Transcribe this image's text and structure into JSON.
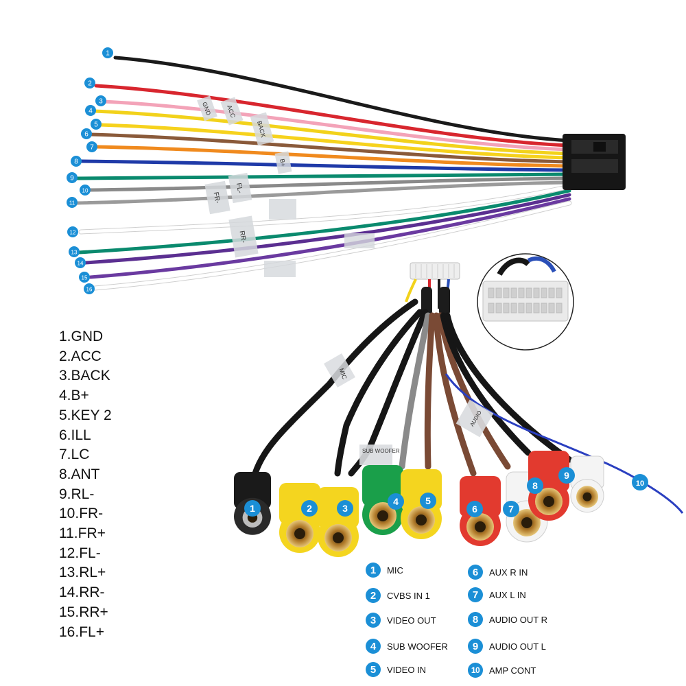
{
  "wire_numbers": [
    "1",
    "2",
    "3",
    "4",
    "5",
    "6",
    "7",
    "8",
    "9",
    "10",
    "11",
    "12",
    "13",
    "14",
    "15",
    "16"
  ],
  "wire_tags": [
    "GND",
    "ACC",
    "BACK",
    "B+",
    "FR-",
    "FL-",
    "RR-",
    "MIC",
    "SUB WOOFER",
    "AUDIO"
  ],
  "connector_numbers": [
    "1",
    "2",
    "3",
    "4",
    "5",
    "6",
    "7",
    "8",
    "9",
    "10"
  ],
  "harness_list": [
    "1.GND",
    "2.ACC",
    "3.BACK",
    "4.B+",
    "5.KEY 2",
    "6.ILL",
    "7.LC",
    "8.ANT",
    "9.RL-",
    "10.FR-",
    "11.FR+",
    "12.FL-",
    "13.RL+",
    "14.RR-",
    "15.RR+",
    "16.FL+"
  ],
  "legend": [
    {
      "num": "1",
      "label": "MIC"
    },
    {
      "num": "2",
      "label": "CVBS IN 1"
    },
    {
      "num": "3",
      "label": "VIDEO OUT"
    },
    {
      "num": "4",
      "label": "SUB WOOFER"
    },
    {
      "num": "5",
      "label": "VIDEO IN"
    },
    {
      "num": "6",
      "label": "AUX R IN"
    },
    {
      "num": "7",
      "label": "AUX L IN"
    },
    {
      "num": "8",
      "label": "AUDIO OUT R"
    },
    {
      "num": "9",
      "label": "AUDIO OUT L"
    },
    {
      "num": "10",
      "label": "AMP CONT"
    }
  ],
  "wire_colors": [
    "#1a1a1a",
    "#d8262e",
    "#f3a3b8",
    "#f2d21b",
    "#f6d21d",
    "#8a5a3a",
    "#f08a1e",
    "#1f3aa8",
    "#0a8a6e",
    "#8a8a8a",
    "#9a9a9a",
    "#ffffff",
    "#0a8a6e",
    "#5b2f91",
    "#6a3aa0",
    "#ffffff"
  ],
  "connector_colors": [
    "#1a1a1a",
    "#f4d51f",
    "#f4d51f",
    "#1a9f4a",
    "#f4d51f",
    "#e23a2f",
    "#f4f4f4",
    "#e23a2f",
    "#f4f4f4"
  ],
  "badge_color": "#1b8fd6"
}
